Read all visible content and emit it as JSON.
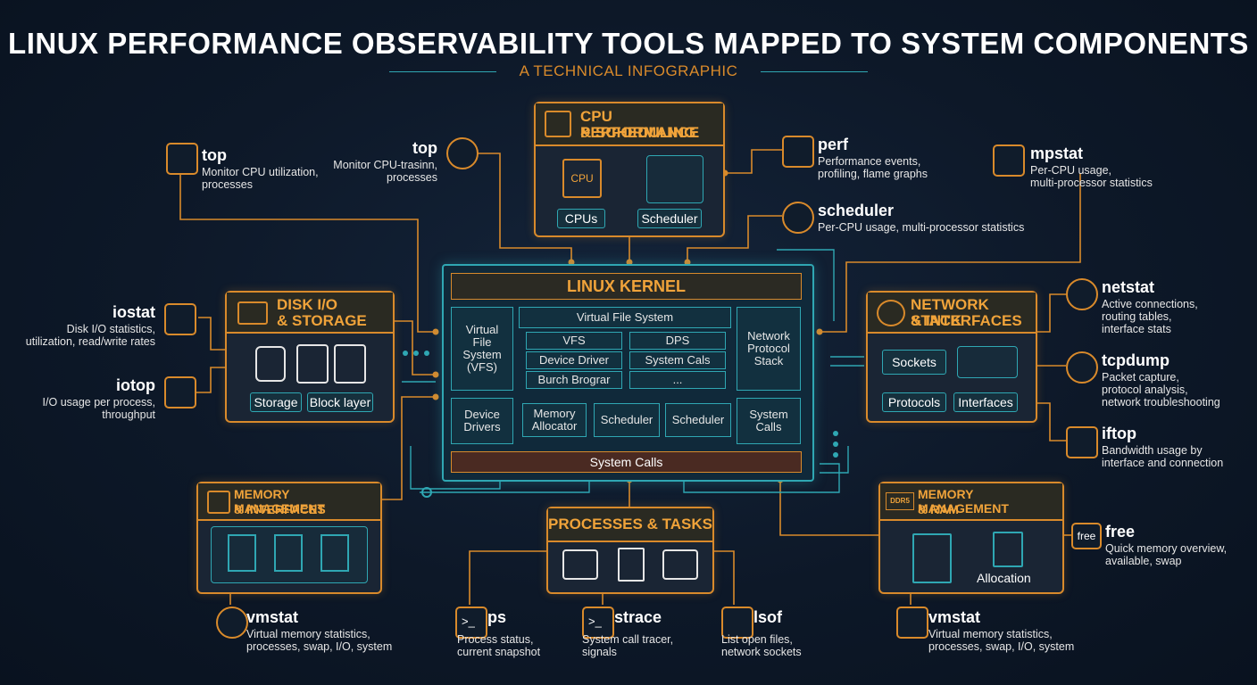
{
  "header": {
    "title": "LINUX PERFORMANCE OBSERVABILITY TOOLS MAPPED TO SYSTEM COMPONENTS",
    "subtitle": "A TECHNICAL INFOGRAPHIC"
  },
  "colors": {
    "accent": "#d98a2b",
    "wire": "#2fa7b3",
    "background": "#0d1828"
  },
  "cpu_box": {
    "title_1": "CPU PERFORMANCE",
    "title_2": "& SCHEDULING",
    "chip": "CPU",
    "cpus": "CPUs",
    "scheduler": "Scheduler"
  },
  "disk_box": {
    "title_1": "DISK I/O",
    "title_2": "& STORAGE",
    "storage": "Storage",
    "block_layer": "Block layer"
  },
  "network_box": {
    "title_1": "NETWORK STACK",
    "title_2": "& INTERFACES",
    "sockets": "Sockets",
    "protocols": "Protocols",
    "interfaces": "Interfaces"
  },
  "memory_left_box": {
    "title_1": "MEMORY MANAGEMENT",
    "title_2": "& INTERFACES"
  },
  "memory_right_box": {
    "title_1": "MEMORY MANAGEMENT",
    "title_2": "& RAM",
    "chip": "DDR5",
    "allocation": "Allocation"
  },
  "processes_box": {
    "title": "PROCESSES & TASKS"
  },
  "kernel": {
    "title": "LINUX KERNEL",
    "vfs_left": "Virtual\nFile\nSystem\n(VFS)",
    "vfs_header": "Virtual File System",
    "vfs": "VFS",
    "dps": "DPS",
    "device_driver": "Device Driver",
    "system_cals": "System Cals",
    "burch_brograr": "Burch Brograr",
    "ellipsis": "...",
    "network_protocol_stack": "Network\nProtocol\nStack",
    "device_drivers": "Device\nDrivers",
    "memory_allocator": "Memory\nAllocator",
    "scheduler_1": "Scheduler",
    "scheduler_2": "Scheduler",
    "system_calls_cell": "System\nCalls",
    "system_calls_bar": "System Calls"
  },
  "tools": {
    "top_left": {
      "name": "top",
      "desc": "Monitor CPU utilization,\nprocesses",
      "icon": "sliders-icon"
    },
    "top_center": {
      "name": "top",
      "desc": "Monitor CPU-trasinn,\nprocesses",
      "icon": "gauge-icon"
    },
    "perf": {
      "name": "perf",
      "desc": "Performance events,\nprofiling, flame graphs",
      "icon": "flame-graph-icon"
    },
    "mpstat": {
      "name": "mpstat",
      "desc": "Per-CPU usage,\nmulti-processor statistics",
      "icon": "bar-chart-icon"
    },
    "scheduler": {
      "name": "scheduler",
      "desc": "Per-CPU usage, multi-processor statistics",
      "icon": "gauge-icon"
    },
    "iostat": {
      "name": "iostat",
      "desc": "Disk I/O statistics,\nutilization, read/write rates",
      "icon": "line-chart-icon"
    },
    "iotop": {
      "name": "iotop",
      "desc": "I/O usage per process,\nthroughput",
      "icon": "rising-chart-icon"
    },
    "netstat": {
      "name": "netstat",
      "desc": "Active connections,\nrouting tables,\ninterface stats",
      "icon": "shield-icon"
    },
    "tcpdump": {
      "name": "tcpdump",
      "desc": "Packet capture,\nprotocol analysis,\nnetwork troubleshooting",
      "icon": "antenna-icon"
    },
    "iftop": {
      "name": "iftop",
      "desc": "Bandwidth usage by\ninterface and connection",
      "icon": "curve-chart-icon"
    },
    "free": {
      "name": "free",
      "desc": "Quick memory overview,\navailable, swap",
      "icon_text": "free"
    },
    "vmstat_left": {
      "name": "vmstat",
      "desc": "Virtual memory statistics,\nprocesses, swap, I/O, system",
      "icon": "gauge-icon"
    },
    "ps": {
      "name": "ps",
      "desc": "Process status,\ncurrent snapshot",
      "icon_text": ">_"
    },
    "strace": {
      "name": "strace",
      "desc": "System call tracer,\nsignals",
      "icon_text": ">_"
    },
    "lsof": {
      "name": "lsof",
      "desc": "List open files,\nnetwork sockets",
      "icon": "folder-icon"
    },
    "vmstat_right": {
      "name": "vmstat",
      "desc": "Virtual memory statistics,\nprocesses, swap, I/O, system",
      "icon": "memory-chip-icon"
    }
  }
}
